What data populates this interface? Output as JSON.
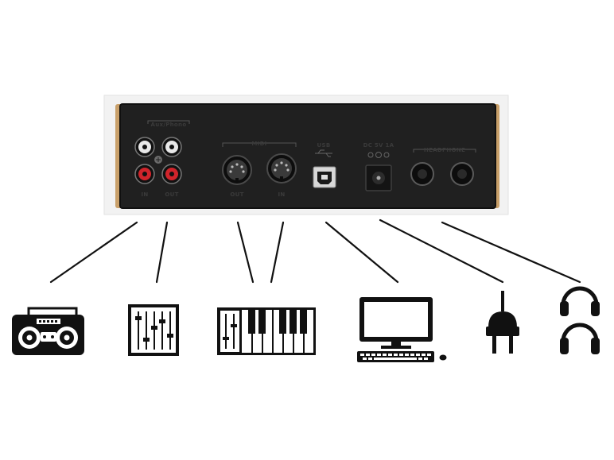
{
  "panel": {
    "phono_group_label": "Aux/Phono",
    "rca_in_label": "IN",
    "rca_out_label": "OUT",
    "midi_group_label": "MIDI",
    "midi_out_label": "OUT",
    "midi_in_label": "IN",
    "usb_label": "USB",
    "dc_label": "DC 5V 1A",
    "headphones_label": "HEADPHONE"
  },
  "devices": [
    {
      "name": "boombox-icon",
      "connects_to": "RCA IN"
    },
    {
      "name": "mixer-icon",
      "connects_to": "RCA OUT"
    },
    {
      "name": "midi-keyboard-icon",
      "connects_to": "MIDI OUT / MIDI IN"
    },
    {
      "name": "computer-icon",
      "connects_to": "USB"
    },
    {
      "name": "power-plug-icon",
      "connects_to": "DC"
    },
    {
      "name": "headphones-icon",
      "connects_to": "Headphone 1 / Headphone 2"
    }
  ],
  "colors": {
    "panel_frame": "#f2f2f2",
    "panel_face": "#202020",
    "wood_edge": "#c9a06a",
    "rca_red": "#d0242b",
    "rca_white": "#e8e8e8",
    "line": "#111111"
  }
}
